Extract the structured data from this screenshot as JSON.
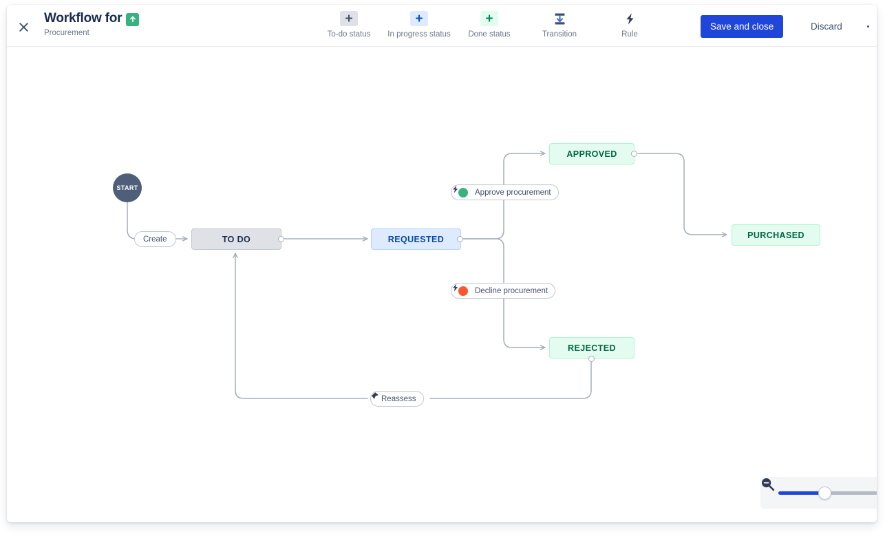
{
  "header": {
    "close_icon": "close-icon",
    "title": "Workflow for",
    "badge_icon": "arrow-up-green-badge-icon",
    "subtitle": "Procurement",
    "save_label": "Save and close",
    "discard_label": "Discard",
    "more_label": "more-actions-icon",
    "tools": [
      {
        "label": "To-do status",
        "icon": "plus-icon",
        "variant": "todo"
      },
      {
        "label": "In progress status",
        "icon": "plus-icon",
        "variant": "progress"
      },
      {
        "label": "Done status",
        "icon": "plus-icon",
        "variant": "done"
      },
      {
        "label": "Transition",
        "icon": "transition-merge-icon",
        "variant": "plain"
      },
      {
        "label": "Rule",
        "icon": "lightning-bolt-icon",
        "variant": "plain"
      }
    ]
  },
  "canvas": {
    "start_label": "START",
    "nodes": [
      {
        "id": "todo",
        "label": "TO DO",
        "category": "to-do"
      },
      {
        "id": "requested",
        "label": "REQUESTED",
        "category": "in-progress"
      },
      {
        "id": "approved",
        "label": "APPROVED",
        "category": "done"
      },
      {
        "id": "rejected",
        "label": "REJECTED",
        "category": "done"
      },
      {
        "id": "purchased",
        "label": "PURCHASED",
        "category": "done"
      }
    ],
    "transitions": [
      {
        "id": "create",
        "label": "Create",
        "status_icon": "none",
        "rule_icon": "none"
      },
      {
        "id": "approve",
        "label": "Approve procurement",
        "status_icon": "check-circle-green-icon",
        "rule_icon": "lightning-bolt-icon"
      },
      {
        "id": "decline",
        "label": "Decline procurement",
        "status_icon": "cross-circle-red-icon",
        "rule_icon": "lightning-bolt-icon"
      },
      {
        "id": "reassess",
        "label": "Reassess",
        "status_icon": "condition-diamond-icon",
        "rule_icon": "none"
      }
    ]
  },
  "zoom_control": {
    "icon": "zoom-out-icon",
    "value": 40,
    "min": 0,
    "max": 100
  },
  "colors": {
    "accent": "#2046D9",
    "todo_bg": "#DFE1E6",
    "progress_bg": "#DEEBFF",
    "done_bg": "#E3FCEF",
    "success": "#36B37E",
    "danger": "#FF5630",
    "connector": "#A5ADBA"
  }
}
